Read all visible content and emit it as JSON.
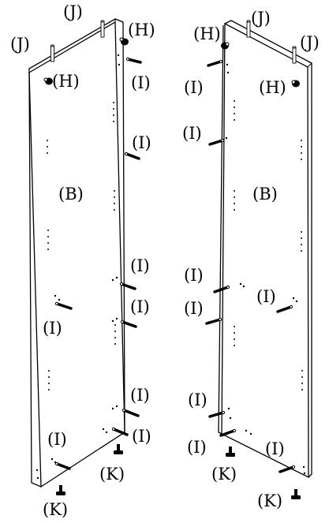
{
  "labels": {
    "panel": "(B)",
    "cam_lock": "(H)",
    "cam_bolt": "(I)",
    "dowel": "(J)",
    "leveler": "(K)"
  }
}
